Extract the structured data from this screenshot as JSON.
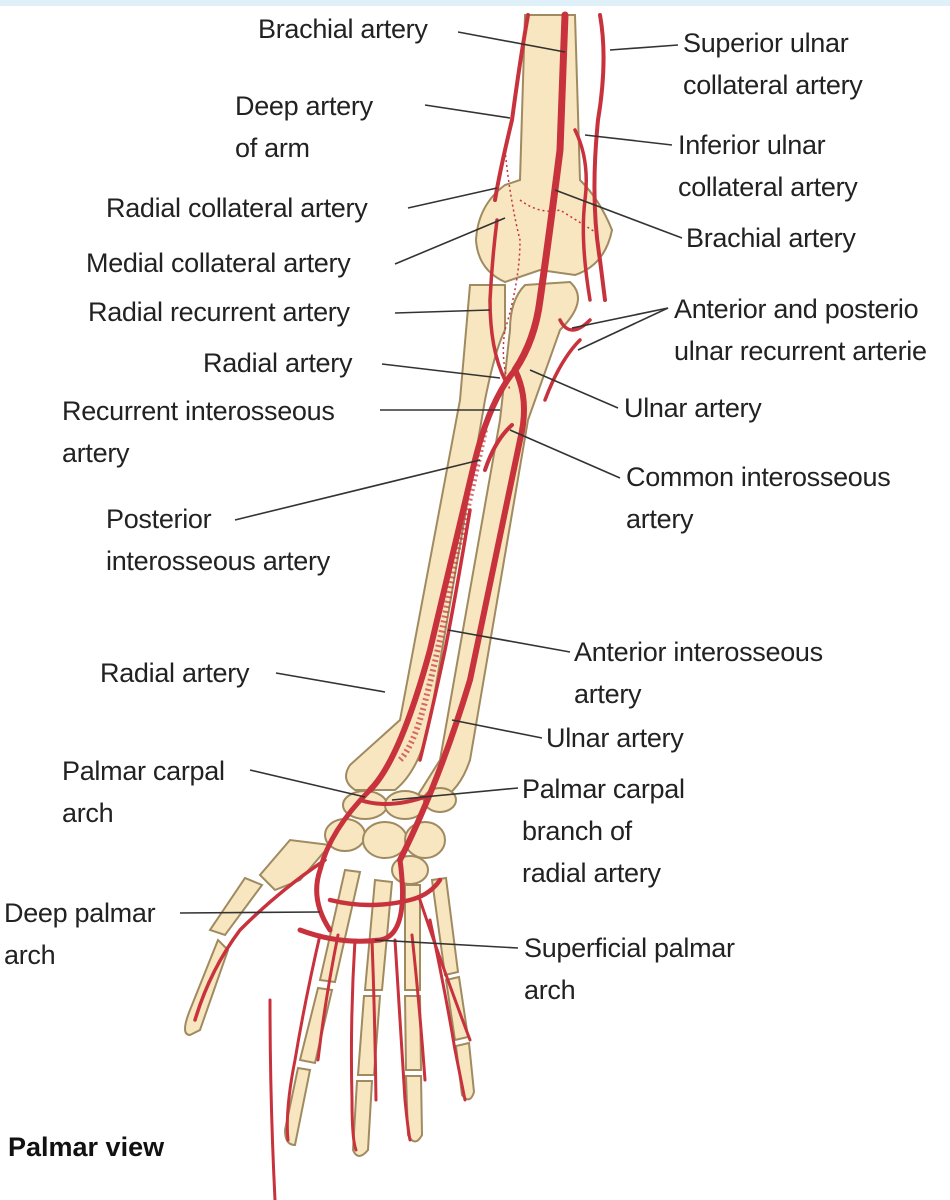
{
  "figure": {
    "view_label": "Palmar view",
    "colors": {
      "bone": "#f7e6bf",
      "bone_outline": "#a08a60",
      "artery": "#c8323c",
      "artery_dark": "#8e1c24",
      "leader": "#333333"
    },
    "labels_left": [
      {
        "id": "brachial-artery-top",
        "lines": [
          "Brachial artery"
        ]
      },
      {
        "id": "deep-artery-of-arm",
        "lines": [
          "Deep artery",
          "of arm"
        ]
      },
      {
        "id": "radial-collateral-artery",
        "lines": [
          "Radial collateral artery"
        ]
      },
      {
        "id": "medial-collateral-artery",
        "lines": [
          "Medial collateral artery"
        ]
      },
      {
        "id": "radial-recurrent-artery",
        "lines": [
          "Radial recurrent artery"
        ]
      },
      {
        "id": "radial-artery-upper",
        "lines": [
          "Radial artery"
        ]
      },
      {
        "id": "recurrent-interosseous-artery",
        "lines": [
          "Recurrent interosseous",
          "artery"
        ]
      },
      {
        "id": "posterior-interosseous-artery",
        "lines": [
          "Posterior",
          "interosseous artery"
        ]
      },
      {
        "id": "radial-artery-lower",
        "lines": [
          "Radial artery"
        ]
      },
      {
        "id": "palmar-carpal-arch",
        "lines": [
          "Palmar carpal",
          "arch"
        ]
      },
      {
        "id": "deep-palmar-arch",
        "lines": [
          "Deep palmar",
          "arch"
        ]
      }
    ],
    "labels_right": [
      {
        "id": "superior-ulnar-collateral-artery",
        "lines": [
          "Superior ulnar",
          "collateral artery"
        ]
      },
      {
        "id": "inferior-ulnar-collateral-artery",
        "lines": [
          "Inferior ulnar",
          "collateral artery"
        ]
      },
      {
        "id": "brachial-artery-right",
        "lines": [
          "Brachial artery"
        ]
      },
      {
        "id": "ulnar-recurrent-arteries",
        "lines": [
          "Anterior and posterio",
          "ulnar recurrent arterie"
        ]
      },
      {
        "id": "ulnar-artery-upper",
        "lines": [
          "Ulnar artery"
        ]
      },
      {
        "id": "common-interosseous-artery",
        "lines": [
          "Common interosseous",
          "artery"
        ]
      },
      {
        "id": "anterior-interosseous-artery",
        "lines": [
          "Anterior interosseous",
          "artery"
        ]
      },
      {
        "id": "ulnar-artery-lower",
        "lines": [
          "Ulnar artery"
        ]
      },
      {
        "id": "palmar-carpal-branch-of-radial-artery",
        "lines": [
          "Palmar carpal",
          "branch of",
          "radial artery"
        ]
      },
      {
        "id": "superficial-palmar-arch",
        "lines": [
          "Superficial palmar",
          "arch"
        ]
      }
    ]
  }
}
